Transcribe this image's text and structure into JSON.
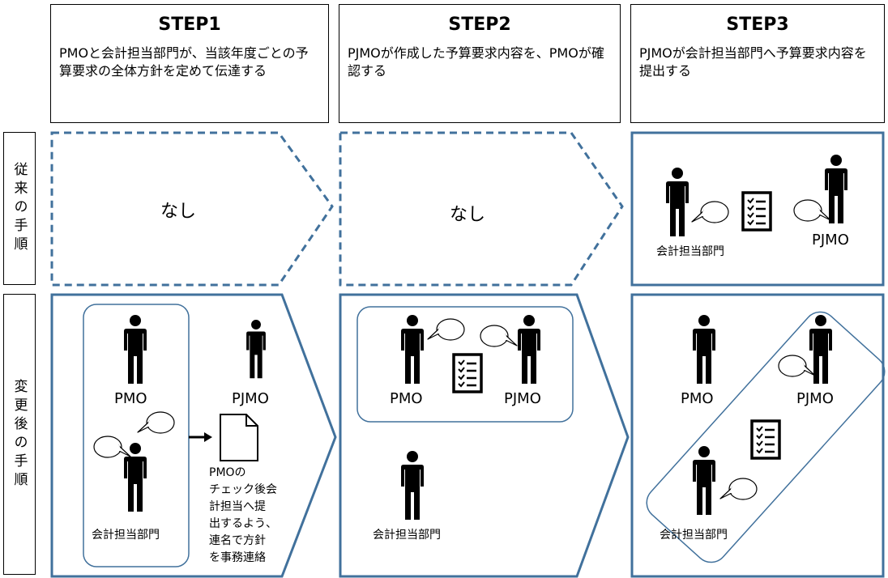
{
  "steps": [
    {
      "title": "STEP1",
      "desc": "PMOと会計担当部門が、当該年度ごとの予算要求の全体方針を定めて伝達する"
    },
    {
      "title": "STEP2",
      "desc": "PJMOが作成した予算要求内容を、PMOが確認する"
    },
    {
      "title": "STEP3",
      "desc": "PJMOが会計担当部門へ予算要求内容を提出する"
    }
  ],
  "rows": {
    "before": "従来の手順",
    "after": "変更後の手順"
  },
  "before": {
    "step1_none": "なし",
    "step2_none": "なし",
    "step3_accounting": "会計担当部門",
    "step3_pjmo": "PJMO"
  },
  "after": {
    "s1_pmo": "PMO",
    "s1_pjmo": "PJMO",
    "s1_accounting": "会計担当部門",
    "s1_note": "PMOの\nチェック後会\n計担当へ提\n出するよう、\n連名で方針\nを事務連絡",
    "s2_pmo": "PMO",
    "s2_pjmo": "PJMO",
    "s2_accounting": "会計担当部門",
    "s3_pmo": "PMO",
    "s3_pjmo": "PJMO",
    "s3_accounting": "会計担当部門"
  },
  "colors": {
    "frame_blue": "#41719c",
    "text": "#000000"
  },
  "icons": [
    "person-icon",
    "speech-bubble-icon",
    "checklist-icon",
    "document-icon",
    "arrow-right-icon"
  ]
}
